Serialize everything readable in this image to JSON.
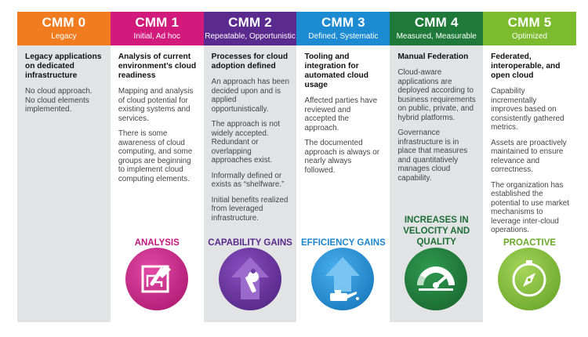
{
  "columns": [
    {
      "title": "CMM 0",
      "subtitle": "Legacy",
      "color": "#f07c1f",
      "heading": "Legacy applications on dedicated infrastructure",
      "paragraphs": [
        "No cloud approach. No cloud elements implemented."
      ]
    },
    {
      "title": "CMM 1",
      "subtitle": "Initial, Ad hoc",
      "color": "#d2197c",
      "heading": "Analysis of current environment’s cloud readiness",
      "paragraphs": [
        "Mapping and analysis of cloud potential for existing systems and services.",
        "There is some awareness of cloud computing, and some groups are beginning to implement cloud computing elements."
      ],
      "label": "ANALYSIS",
      "label_color": "#c4177b",
      "icon": "blueprint-pencil-icon"
    },
    {
      "title": "CMM 2",
      "subtitle": "Repeatable, Opportunistic",
      "color": "#5a2a8e",
      "heading": "Processes for cloud adoption defined",
      "paragraphs": [
        "An approach has been decided upon and is applied opportunistically.",
        "The approach is not widely accepted. Redundant or overlapping approaches exist.",
        "Informally defined or exists as “shelfware.”",
        "Initial benefits realized from leveraged infrastructure."
      ],
      "label": "CAPABILITY GAINS",
      "label_color": "#5a2a8e",
      "icon": "arrow-wrench-icon"
    },
    {
      "title": "CMM 3",
      "subtitle": "Defined, Systematic",
      "color": "#1c8bd1",
      "heading": "Tooling and integration for automated cloud usage",
      "paragraphs": [
        "Affected parties have reviewed and accepted the approach.",
        "The documented approach is always or nearly always followed."
      ],
      "label": "EFFICIENCY GAINS",
      "label_color": "#1c86cc",
      "icon": "arrow-oilcan-icon"
    },
    {
      "title": "CMM 4",
      "subtitle": "Measured, Measurable",
      "color": "#1f7a3a",
      "heading": "Manual Federation",
      "paragraphs": [
        "Cloud-aware applications are deployed according to business requirements on public, private, and hybrid platforms.",
        "Governance infrastructure is in place that measures and quantitatively manages cloud capability."
      ],
      "label": "INCREASES IN VELOCITY AND QUALITY",
      "label_color": "#1d6f35",
      "icon": "speedometer-icon"
    },
    {
      "title": "CMM 5",
      "subtitle": "Optimized",
      "color": "#7cbb2e",
      "heading": "Federated, interoperable, and open cloud",
      "paragraphs": [
        "Capability incrementally improves based on consistently gathered metrics.",
        "Assets are proactively maintained to ensure relevance and correctness.",
        "The organization has established the potential to use market mechanisms to leverage inter-cloud operations."
      ],
      "label": "PROACTIVE",
      "label_color": "#6aa82a",
      "icon": "compass-icon"
    }
  ]
}
